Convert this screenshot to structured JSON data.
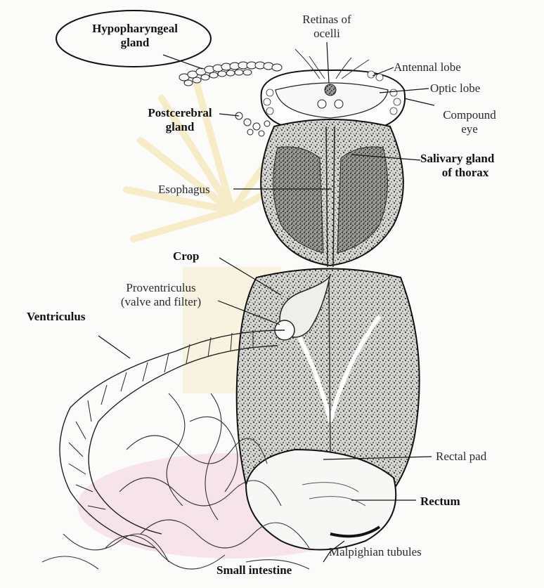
{
  "labels": {
    "hypopharyngeal_1": "Hypopharyngeal",
    "hypopharyngeal_2": "gland",
    "retinas_1": "Retinas of",
    "retinas_2": "ocelli",
    "antennal_lobe": "Antennal lobe",
    "optic_lobe": "Optic lobe",
    "compound_1": "Compound",
    "compound_2": "eye",
    "postcerebral_1": "Postcerebral",
    "postcerebral_2": "gland",
    "salivary_1": "Salivary gland",
    "salivary_2": "of thorax",
    "esophagus": "Esophagus",
    "crop": "Crop",
    "proventriculus_1": "Proventriculus",
    "proventriculus_2": "(valve and filter)",
    "ventriculus": "Ventriculus",
    "rectal_pad": "Rectal pad",
    "rectum": "Rectum",
    "malpighian": "Malpighian tubules",
    "small_intestine": "Small intestine"
  },
  "colors": {
    "ink": "#1e1e1e",
    "highlight_oval": "#111111",
    "watermark": "#f2dc8a",
    "tint_pink": "#f1c6d8"
  }
}
